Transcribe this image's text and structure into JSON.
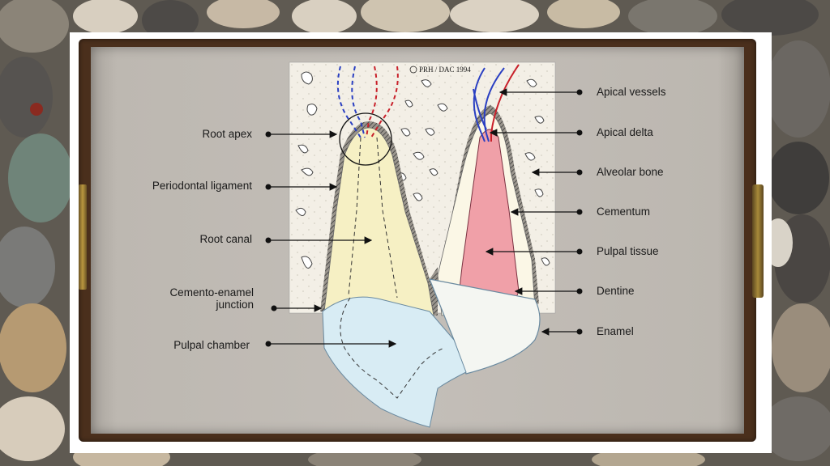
{
  "copyright": "PRH / DAC 1994",
  "labels_left": {
    "root_apex": "Root apex",
    "periodontal_ligament": "Periodontal ligament",
    "root_canal": "Root canal",
    "cej_line1": "Cemento-enamel",
    "cej_line2": "junction",
    "pulpal_chamber": "Pulpal chamber"
  },
  "labels_right": {
    "apical_vessels": "Apical vessels",
    "apical_delta": "Apical delta",
    "alveolar_bone": "Alveolar bone",
    "cementum": "Cementum",
    "pulpal_tissue": "Pulpal tissue",
    "dentine": "Dentine",
    "enamel": "Enamel"
  },
  "colors": {
    "vessel_blue": "#2a3fc2",
    "vessel_red": "#c8202a",
    "pulp_pink": "#f0a0a8",
    "dentine_yellow": "#f6f0c4",
    "enamel_blue": "#d8ecf4"
  }
}
